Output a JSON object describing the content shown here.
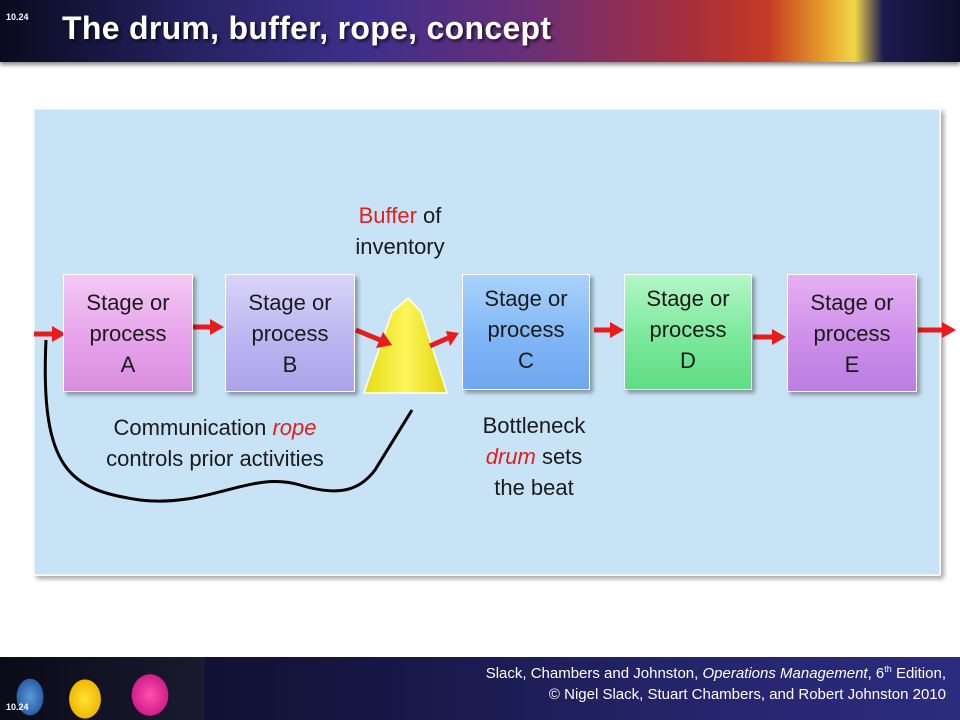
{
  "page_number": "10.24",
  "title": "The drum, buffer, rope, concept",
  "stages": [
    {
      "line1": "Stage or",
      "line2": "process",
      "line3": "A"
    },
    {
      "line1": "Stage or",
      "line2": "process",
      "line3": "B"
    },
    {
      "line1": "Stage or",
      "line2": "process",
      "line3": "C"
    },
    {
      "line1": "Stage or",
      "line2": "process",
      "line3": "D"
    },
    {
      "line1": "Stage or",
      "line2": "process",
      "line3": "E"
    }
  ],
  "buffer_label": {
    "highlight": "Buffer",
    "rest": " of",
    "line2": "inventory"
  },
  "rope_label": {
    "prefix": "Communication ",
    "highlight": "rope",
    "line2": "controls prior activities"
  },
  "drum_label": {
    "line1": "Bottleneck",
    "highlight": "drum",
    "rest": " sets",
    "line3": "the beat"
  },
  "footer": {
    "authors": "Slack, Chambers and Johnston, ",
    "book": "Operations Management",
    "edition_prefix": ", 6",
    "edition_sup": "th",
    "edition_suffix": " Edition,",
    "copyright": "© Nigel Slack, Stuart Chambers, and Robert Johnston 2010"
  },
  "colors": {
    "highlight": "#e01f1f",
    "arrow": "#e81c1c",
    "buffer": "#f7ee2a",
    "panel": "#c9e3f6"
  }
}
